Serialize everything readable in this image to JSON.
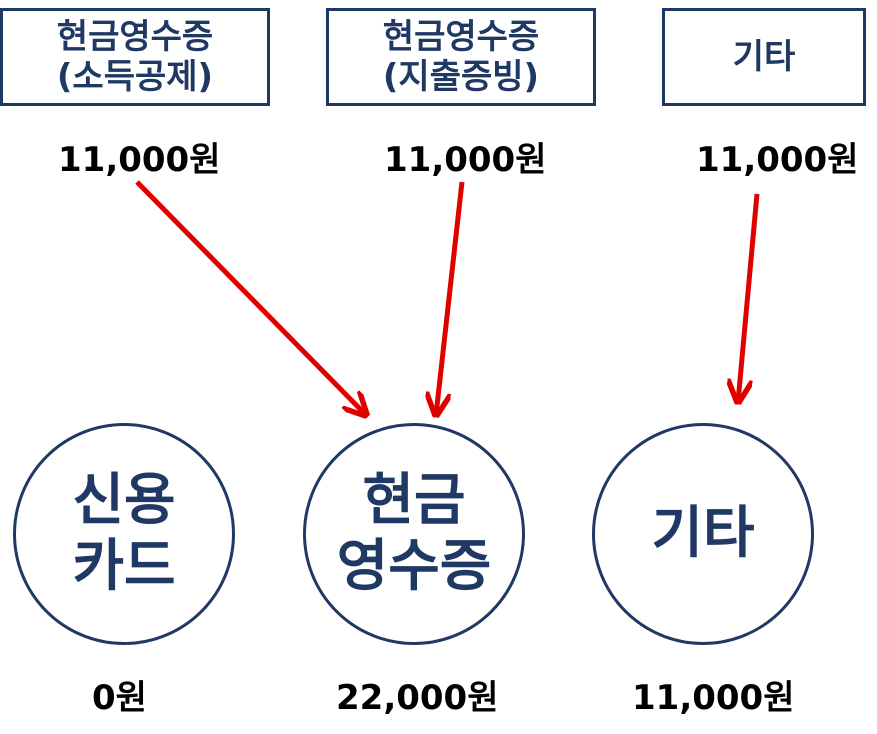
{
  "sources": [
    {
      "line1": "현금영수증",
      "line2": "(소득공제)",
      "amount": "11,000원"
    },
    {
      "line1": "현금영수증",
      "line2": "(지출증빙)",
      "amount": "11,000원"
    },
    {
      "line1": "기타",
      "line2": "",
      "amount": "11,000원"
    }
  ],
  "targets": [
    {
      "line1": "신용",
      "line2": "카드",
      "amount": "0원"
    },
    {
      "line1": "현금",
      "line2": "영수증",
      "amount": "22,000원"
    },
    {
      "line1": "기타",
      "line2": "",
      "amount": "11,000원"
    }
  ],
  "colors": {
    "box_border": "#1f3864",
    "arrow": "#e00000",
    "text_dark": "#1f3864"
  }
}
